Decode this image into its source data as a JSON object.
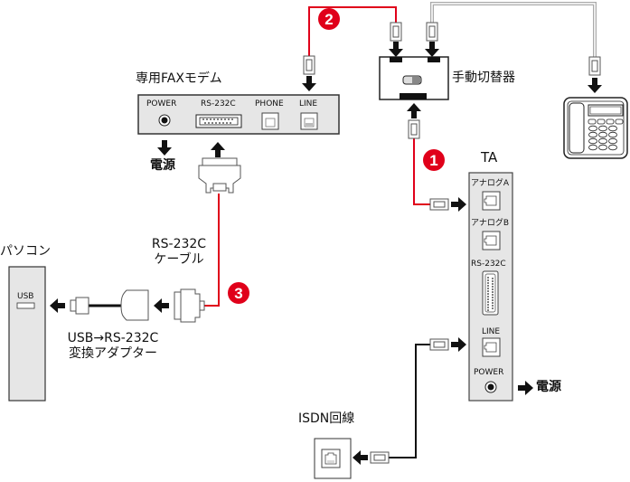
{
  "colors": {
    "red_cable": "#e0001a",
    "black_cable": "#111111",
    "gray_cable": "#aaaaaa",
    "device_fill": "#e6e6e6",
    "badge": "#e0001a"
  },
  "fax_modem": {
    "title": "専用FAXモデム",
    "ports": [
      "POWER",
      "RS-232C",
      "PHONE",
      "LINE"
    ],
    "power_label": "電源"
  },
  "switcher": {
    "title": "手動切替器"
  },
  "ta": {
    "title": "TA",
    "ports": [
      "アナログA",
      "アナログB",
      "RS-232C",
      "LINE",
      "POWER"
    ],
    "power_label": "電源"
  },
  "pc": {
    "title": "パソコン",
    "port": "USB"
  },
  "cable": {
    "line1": "RS-232C",
    "line2": "ケーブル"
  },
  "adapter": {
    "line1": "USB→RS-232C",
    "line2": "変換アダプター"
  },
  "isdn": {
    "title": "ISDN回線"
  },
  "badges": [
    "1",
    "2",
    "3"
  ]
}
